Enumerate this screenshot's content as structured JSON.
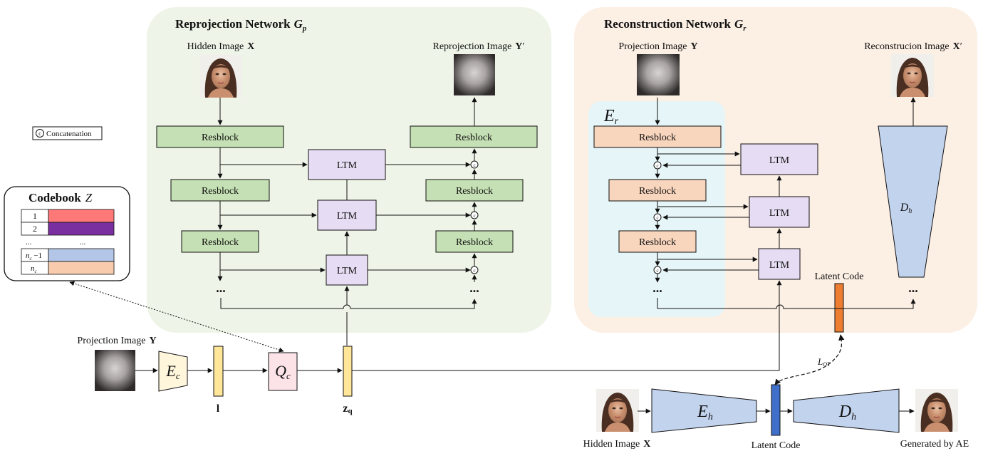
{
  "reprojection": {
    "title": "Reprojection Network",
    "title_symbol": "G",
    "title_sub": "p",
    "hidden_image_label": "Hidden Image",
    "hidden_image_var": "X",
    "output_label": "Reprojection Image",
    "output_var": "Y",
    "output_prime": "′",
    "resblock_label": "Resblock",
    "ltm_label": "LTM"
  },
  "reconstruction": {
    "title": "Reconstruction Network",
    "title_symbol": "G",
    "title_sub": "r",
    "input_label": "Projection Image",
    "input_var": "Y",
    "output_label": "Reconstrucion Image",
    "output_var": "X",
    "output_prime": "′",
    "encoder_symbol": "E",
    "encoder_sub": "r",
    "decoder_symbol": "D",
    "decoder_sub": "h",
    "resblock_label": "Resblock",
    "ltm_label": "LTM",
    "latent_code_label": "Latent Code"
  },
  "legend": {
    "concat_symbol": "c",
    "concat_label": "Concatenation"
  },
  "codebook": {
    "title": "Codebook",
    "title_symbol": "Z",
    "rows": [
      {
        "index": "1",
        "color": "#ff7878"
      },
      {
        "index": "2",
        "color": "#7a2fa0"
      },
      {
        "index": "...",
        "color": ""
      },
      {
        "index": "n",
        "index_sub": "c",
        "index_suffix": " −1",
        "color": "#b4c6e7"
      },
      {
        "index": "n",
        "index_sub": "c",
        "index_suffix": "",
        "color": "#f8cbad"
      }
    ],
    "ellipsis": "..."
  },
  "bottom": {
    "projection_label": "Projection Image",
    "projection_var": "Y",
    "ec_symbol": "E",
    "ec_sub": "c",
    "l_label": "l",
    "qc_symbol": "Q",
    "qc_sub": "c",
    "zq_symbol": "z",
    "zq_sub": "q",
    "ot_symbol": "L",
    "ot_sub": "OT"
  },
  "autoencoder": {
    "hidden_label": "Hidden Image",
    "hidden_var": "X",
    "eh_symbol": "E",
    "eh_sub": "h",
    "dh_symbol": "D",
    "dh_sub": "h",
    "latent_label": "Latent Code",
    "generated_label": "Generated by AE"
  },
  "ellipsis": "...",
  "colors": {
    "green_panel": "#eef5e8",
    "orange_panel": "#fcefe4",
    "cyan_panel": "#e6f5f7",
    "resblock_green": "#c5e0b4",
    "resblock_orange": "#f8d5bd",
    "ltm_purple": "#e6dcf3",
    "encoder_yellow": "#fff6dc",
    "vector_yellow": "#ffe699",
    "quantizer_pink": "#fbe3e8",
    "decoder_blue": "#c2d3ee",
    "latent_orange": "#ed7d31",
    "latent_blue": "#3f6fc8"
  }
}
